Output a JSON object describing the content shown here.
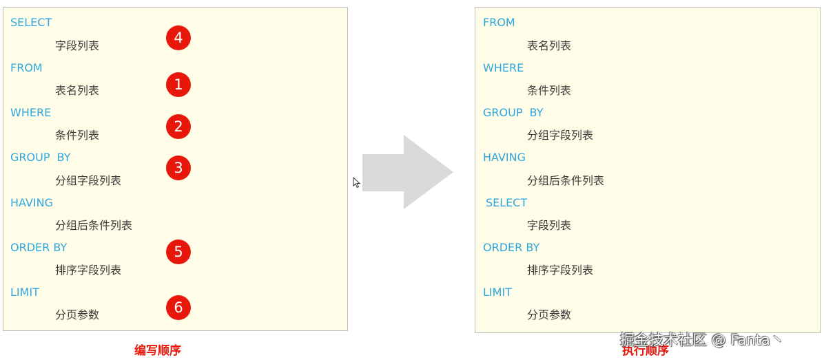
{
  "writing_order": {
    "caption": "编写顺序",
    "rows": [
      {
        "keyword": "SELECT",
        "item": "字段列表",
        "badge": "4"
      },
      {
        "keyword": "FROM",
        "item": "表名列表",
        "badge": "1"
      },
      {
        "keyword": "WHERE",
        "item": "条件列表",
        "badge": "2"
      },
      {
        "keyword": "GROUP  BY",
        "item": "分组字段列表",
        "badge": "3"
      },
      {
        "keyword": "HAVING",
        "item": "分组后条件列表",
        "badge": ""
      },
      {
        "keyword": "ORDER BY",
        "item": "排序字段列表",
        "badge": "5"
      },
      {
        "keyword": "LIMIT",
        "item": "分页参数",
        "badge": "6"
      }
    ]
  },
  "execution_order": {
    "caption": "执行顺序",
    "rows": [
      {
        "keyword": "FROM",
        "item": "表名列表"
      },
      {
        "keyword": "WHERE",
        "item": "条件列表"
      },
      {
        "keyword": "GROUP  BY",
        "item": "分组字段列表"
      },
      {
        "keyword": "HAVING",
        "item": "分组后条件列表"
      },
      {
        "keyword": "SELECT",
        "item": "字段列表"
      },
      {
        "keyword": "ORDER BY",
        "item": "排序字段列表"
      },
      {
        "keyword": "LIMIT",
        "item": "分页参数"
      }
    ]
  },
  "watermark": "掘金技术社区 @ Fanta丶",
  "colors": {
    "keyword": "#2ea6df",
    "badge": "#e8170c",
    "caption": "#e8170c",
    "panel_bg": "#fffde8",
    "arrow": "#d9d9d9"
  },
  "icons": {
    "arrow": "right-arrow-icon",
    "cursor": "mouse-cursor-icon"
  }
}
